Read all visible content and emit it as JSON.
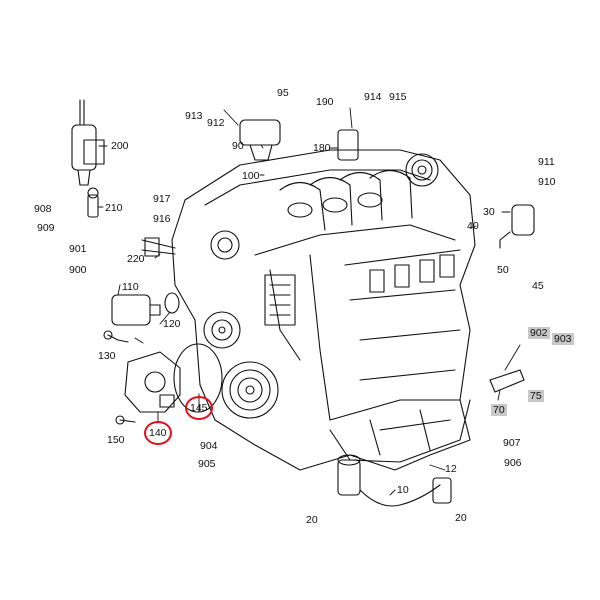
{
  "colors": {
    "highlight": "#e0101a",
    "shade": "#c8c8c8",
    "ink": "#111111"
  },
  "highlighted_parts": [
    "140",
    "145"
  ],
  "labels": {
    "p913": "913",
    "p912": "912",
    "p95": "95",
    "p190": "190",
    "p914": "914",
    "p915": "915",
    "p200": "200",
    "p90": "90",
    "p180": "180",
    "p100": "100",
    "p911": "911",
    "p910": "910",
    "p917": "917",
    "p916": "916",
    "p908": "908",
    "p909": "909",
    "p210": "210",
    "p30": "30",
    "p40": "40",
    "p220": "220",
    "p901": "901",
    "p900": "900",
    "p50": "50",
    "p45": "45",
    "p110": "110",
    "p120": "120",
    "p902": "902",
    "p903": "903",
    "p130": "130",
    "p70": "70",
    "p75": "75",
    "p145": "145",
    "p140": "140",
    "p150": "150",
    "p904": "904",
    "p905": "905",
    "p907": "907",
    "p906": "906",
    "p12": "12",
    "p10": "10",
    "p20a": "20",
    "p20b": "20"
  }
}
